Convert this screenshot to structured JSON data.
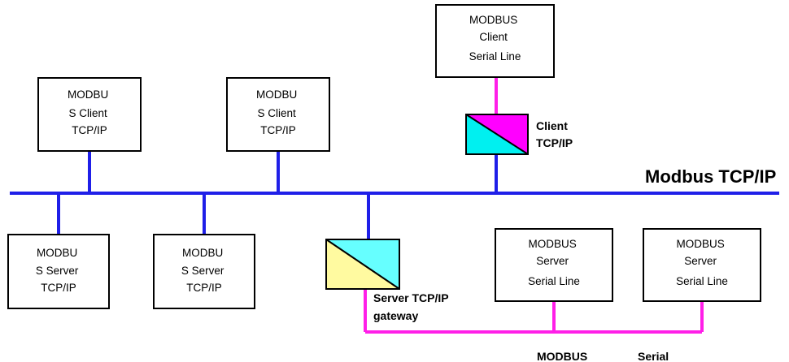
{
  "colors": {
    "tcp_bus": "#1f1fe8",
    "serial_bus": "#ff1fe8",
    "gateway_left": "#fffaa0",
    "gateway_right": "#66ffff",
    "client_gateway_left": "#00f0f0",
    "client_gateway_right": "#ff00ff",
    "box_border": "#000000"
  },
  "bus": {
    "tcp_label": "Modbus TCP/IP",
    "serial_label_left": "MODBUS",
    "serial_label_right": "Serial"
  },
  "nodes": {
    "client_serial_top": [
      "MODBUS",
      "Client",
      "Serial Line"
    ],
    "client_tcp_1": [
      "MODBU",
      "S Client",
      "TCP/IP"
    ],
    "client_tcp_2": [
      "MODBU",
      "S Client",
      "TCP/IP"
    ],
    "server_tcp_1": [
      "MODBU",
      "S Server",
      "TCP/IP"
    ],
    "server_tcp_2": [
      "MODBU",
      "S Server",
      "TCP/IP"
    ],
    "server_serial_1": [
      "MODBUS",
      "Server",
      "Serial Line"
    ],
    "server_serial_2": [
      "MODBUS",
      "Server",
      "Serial Line"
    ]
  },
  "gateways": {
    "client_gateway_label": [
      "Client",
      "TCP/IP"
    ],
    "server_gateway_label": [
      "Server  TCP/IP",
      "gateway"
    ]
  }
}
